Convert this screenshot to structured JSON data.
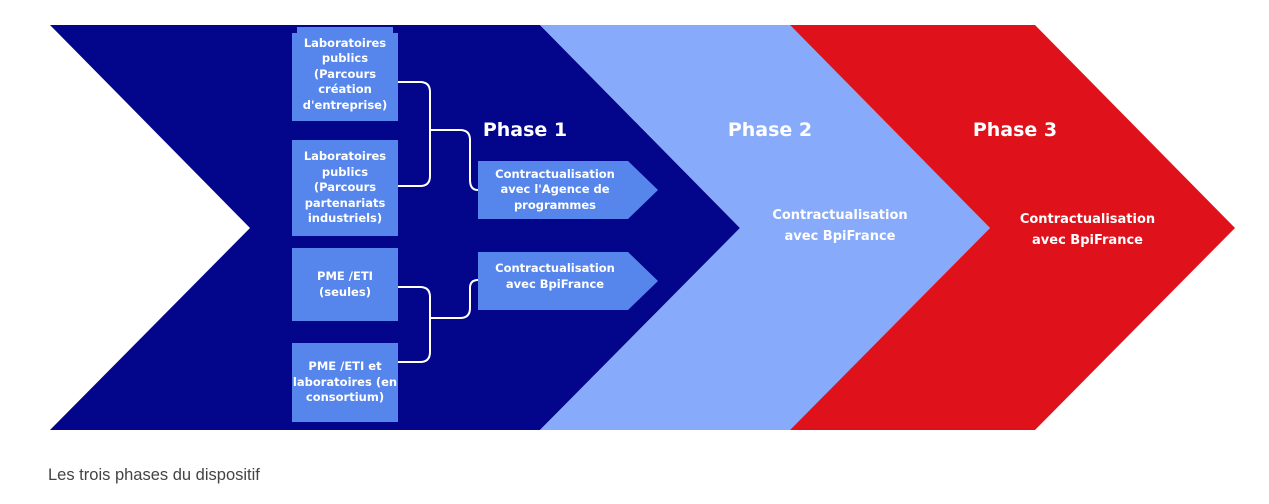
{
  "phase1": {
    "title": "Phase 1",
    "sources": [
      "Laboratoires publics (Parcours création d'entreprise)",
      "Laboratoires publics (Parcours partenariats industriels)",
      "PME /ETI (seules)",
      "PME /ETI et laboratoires (en consortium)"
    ],
    "outcomes": [
      "Contractualisation avec l'Agence de programmes",
      "Contractualisation avec BpiFrance"
    ]
  },
  "phase2": {
    "title": "Phase 2",
    "text": "Contractualisation avec BpiFrance"
  },
  "phase3": {
    "title": "Phase 3",
    "text": "Contractualisation avec BpiFrance"
  },
  "caption": "Les trois phases du dispositif",
  "colors": {
    "navy": "#03058b",
    "light_blue": "#87aafa",
    "red": "#df111b",
    "box": "#5686ec"
  }
}
